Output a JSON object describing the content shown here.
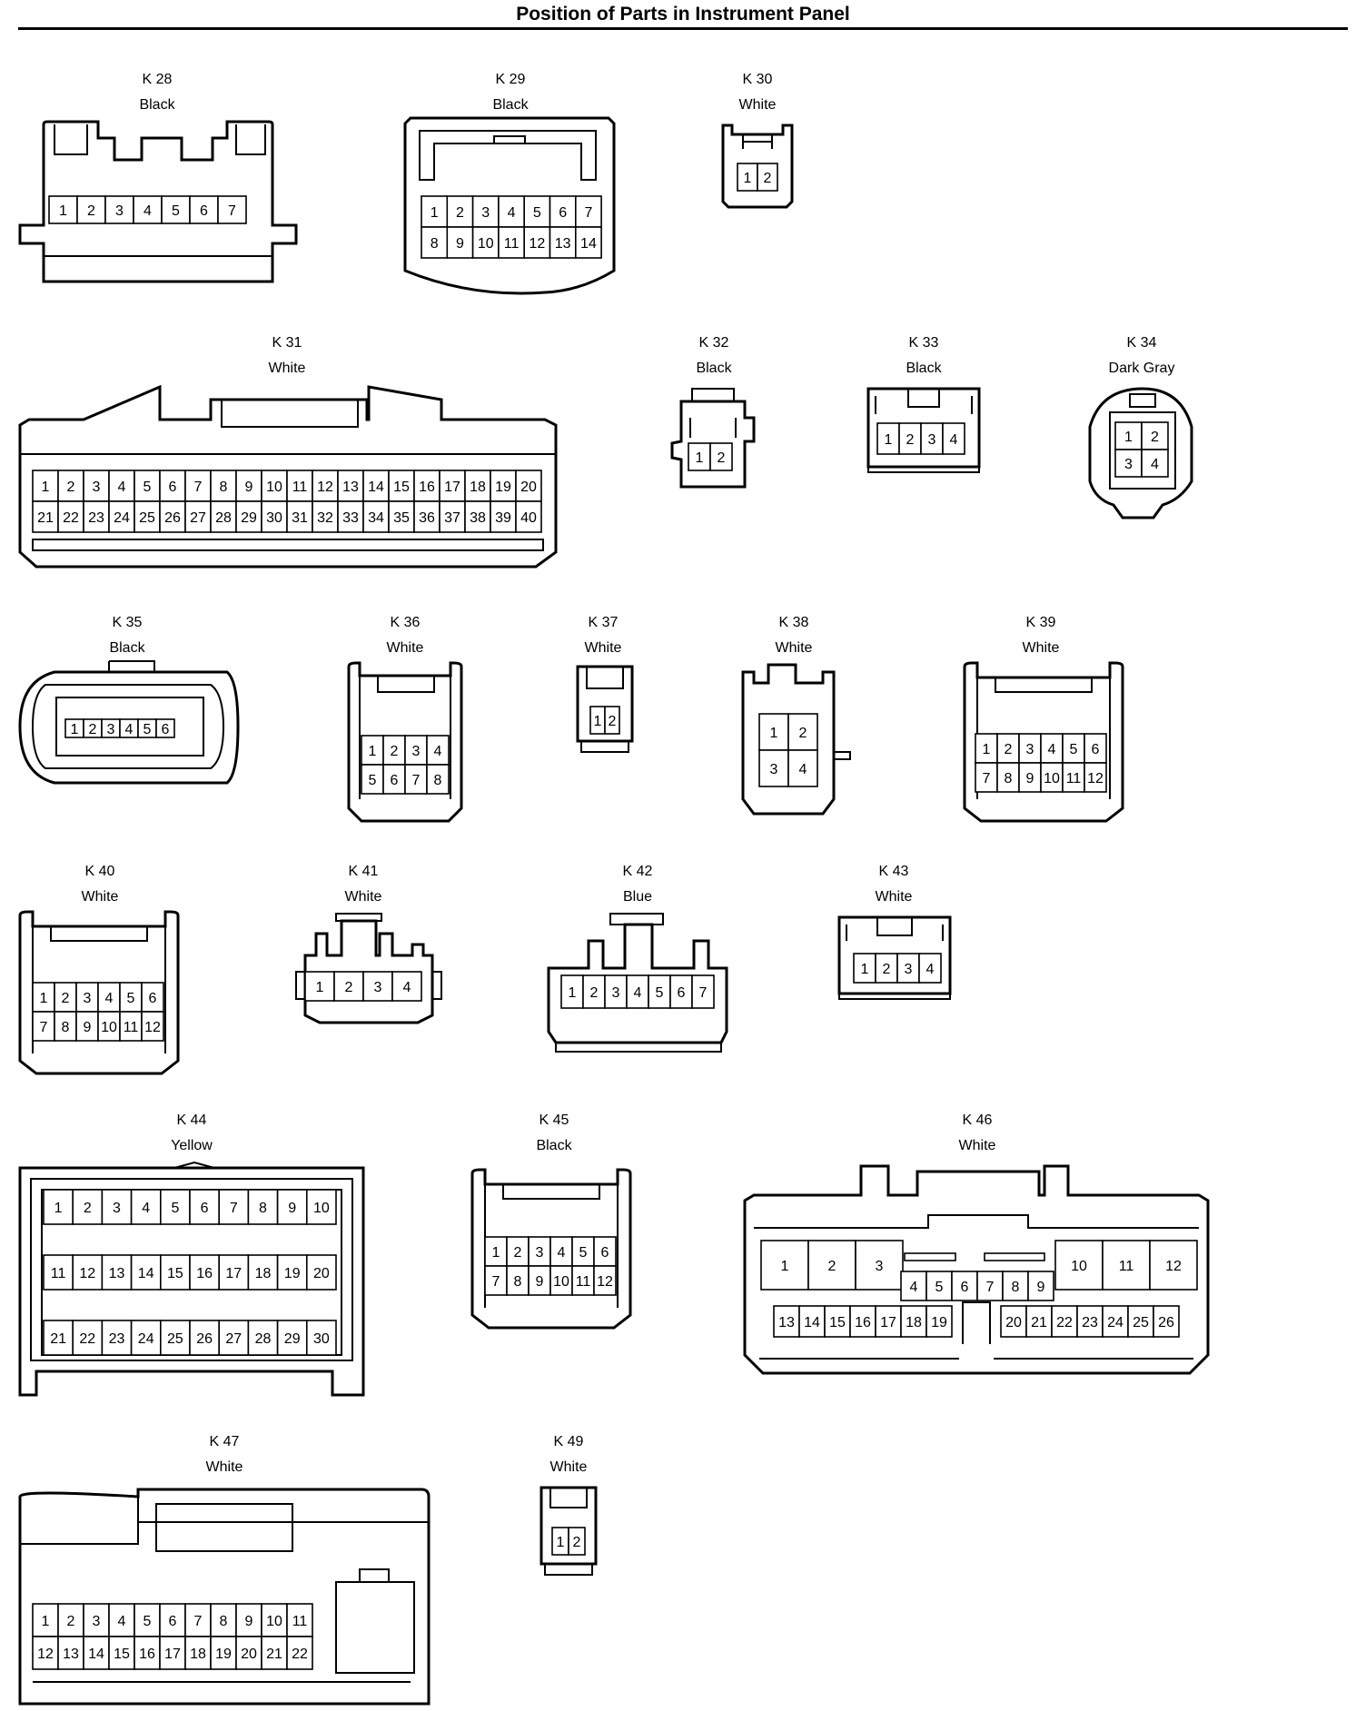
{
  "page": {
    "title": "Position of Parts in Instrument Panel"
  },
  "connectors": [
    {
      "id": "K 28",
      "color": "Black",
      "rows": [
        [
          "1",
          "2",
          "3",
          "4",
          "5",
          "6",
          "7"
        ]
      ]
    },
    {
      "id": "K 29",
      "color": "Black",
      "rows": [
        [
          "1",
          "2",
          "3",
          "4",
          "5",
          "6",
          "7"
        ],
        [
          "8",
          "9",
          "10",
          "11",
          "12",
          "13",
          "14"
        ]
      ]
    },
    {
      "id": "K 30",
      "color": "White",
      "rows": [
        [
          "1",
          "2"
        ]
      ]
    },
    {
      "id": "K 31",
      "color": "White",
      "rows": [
        [
          "1",
          "2",
          "3",
          "4",
          "5",
          "6",
          "7",
          "8",
          "9",
          "10",
          "11",
          "12",
          "13",
          "14",
          "15",
          "16",
          "17",
          "18",
          "19",
          "20"
        ],
        [
          "21",
          "22",
          "23",
          "24",
          "25",
          "26",
          "27",
          "28",
          "29",
          "30",
          "31",
          "32",
          "33",
          "34",
          "35",
          "36",
          "37",
          "38",
          "39",
          "40"
        ]
      ]
    },
    {
      "id": "K 32",
      "color": "Black",
      "rows": [
        [
          "1",
          "2"
        ]
      ]
    },
    {
      "id": "K 33",
      "color": "Black",
      "rows": [
        [
          "1",
          "2",
          "3",
          "4"
        ]
      ]
    },
    {
      "id": "K 34",
      "color": "Dark Gray",
      "rows": [
        [
          "1",
          "2"
        ],
        [
          "3",
          "4"
        ]
      ]
    },
    {
      "id": "K 35",
      "color": "Black",
      "rows": [
        [
          "1",
          "2",
          "3",
          "4",
          "5",
          "6"
        ]
      ]
    },
    {
      "id": "K 36",
      "color": "White",
      "rows": [
        [
          "1",
          "2",
          "3",
          "4"
        ],
        [
          "5",
          "6",
          "7",
          "8"
        ]
      ]
    },
    {
      "id": "K 37",
      "color": "White",
      "rows": [
        [
          "1",
          "2"
        ]
      ]
    },
    {
      "id": "K 38",
      "color": "White",
      "rows": [
        [
          "1",
          "2"
        ],
        [
          "3",
          "4"
        ]
      ]
    },
    {
      "id": "K 39",
      "color": "White",
      "rows": [
        [
          "1",
          "2",
          "3",
          "4",
          "5",
          "6"
        ],
        [
          "7",
          "8",
          "9",
          "10",
          "11",
          "12"
        ]
      ]
    },
    {
      "id": "K 40",
      "color": "White",
      "rows": [
        [
          "1",
          "2",
          "3",
          "4",
          "5",
          "6"
        ],
        [
          "7",
          "8",
          "9",
          "10",
          "11",
          "12"
        ]
      ]
    },
    {
      "id": "K 41",
      "color": "White",
      "rows": [
        [
          "1",
          "2",
          "3",
          "4"
        ]
      ]
    },
    {
      "id": "K 42",
      "color": "Blue",
      "rows": [
        [
          "1",
          "2",
          "3",
          "4",
          "5",
          "6",
          "7"
        ]
      ]
    },
    {
      "id": "K 43",
      "color": "White",
      "rows": [
        [
          "1",
          "2",
          "3",
          "4"
        ]
      ]
    },
    {
      "id": "K 44",
      "color": "Yellow",
      "rows": [
        [
          "1",
          "2",
          "3",
          "4",
          "5",
          "6",
          "7",
          "8",
          "9",
          "10"
        ],
        [
          "11",
          "12",
          "13",
          "14",
          "15",
          "16",
          "17",
          "18",
          "19",
          "20"
        ],
        [
          "21",
          "22",
          "23",
          "24",
          "25",
          "26",
          "27",
          "28",
          "29",
          "30"
        ]
      ]
    },
    {
      "id": "K 45",
      "color": "Black",
      "rows": [
        [
          "1",
          "2",
          "3",
          "4",
          "5",
          "6"
        ],
        [
          "7",
          "8",
          "9",
          "10",
          "11",
          "12"
        ]
      ]
    },
    {
      "id": "K 46",
      "color": "White",
      "rows": [
        [
          "1",
          "2",
          "3",
          "10",
          "11",
          "12"
        ],
        [
          "4",
          "5",
          "6",
          "7",
          "8",
          "9"
        ],
        [
          "13",
          "14",
          "15",
          "16",
          "17",
          "18",
          "19",
          "20",
          "21",
          "22",
          "23",
          "24",
          "25",
          "26"
        ]
      ]
    },
    {
      "id": "K 47",
      "color": "White",
      "rows": [
        [
          "1",
          "2",
          "3",
          "4",
          "5",
          "6",
          "7",
          "8",
          "9",
          "10",
          "11"
        ],
        [
          "12",
          "13",
          "14",
          "15",
          "16",
          "17",
          "18",
          "19",
          "20",
          "21",
          "22"
        ]
      ]
    },
    {
      "id": "K 49",
      "color": "White",
      "rows": [
        [
          "1",
          "2"
        ]
      ]
    }
  ]
}
